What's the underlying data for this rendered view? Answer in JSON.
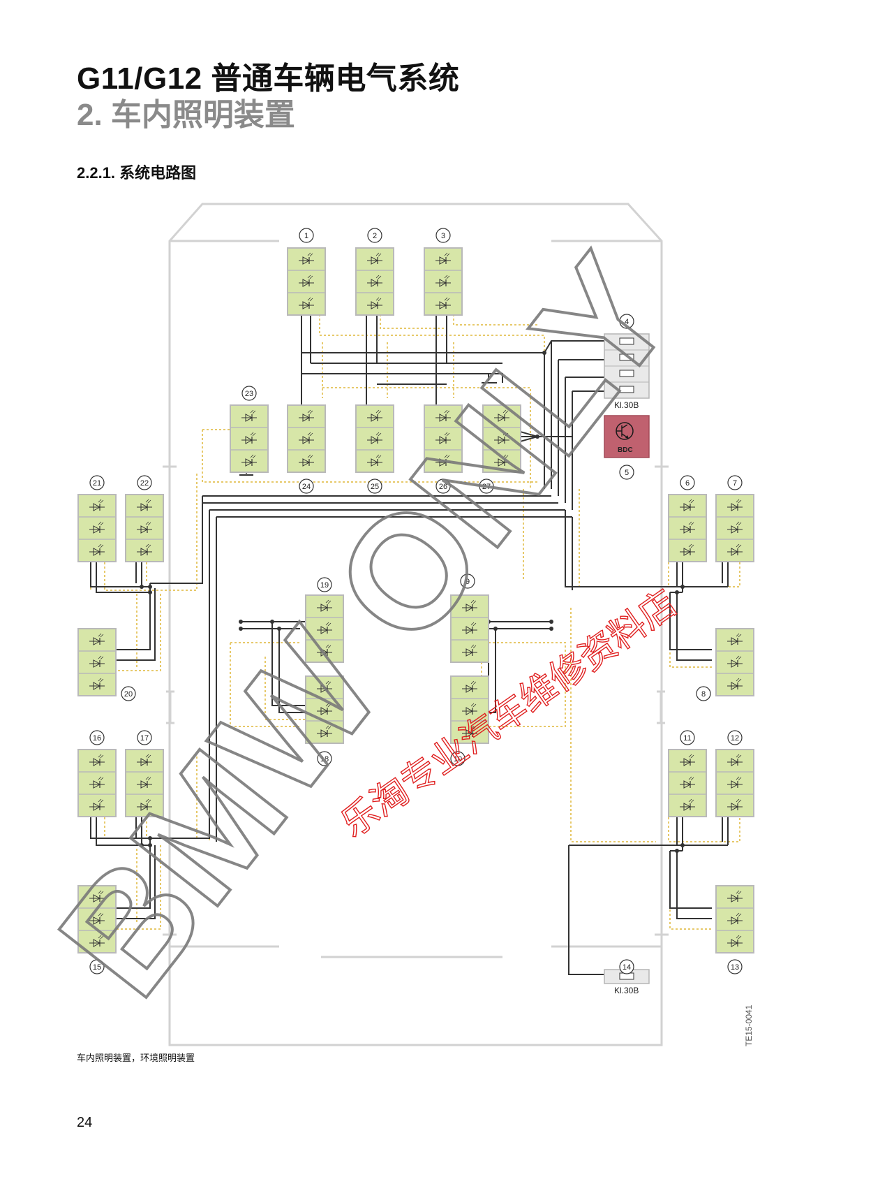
{
  "header": {
    "title": "G11/G12 普通车辆电气系统",
    "subtitle": "2. 车内照明装置",
    "section": "2.2.1. 系统电路图"
  },
  "diagram": {
    "components": [
      {
        "n": "1"
      },
      {
        "n": "2"
      },
      {
        "n": "3"
      },
      {
        "n": "4"
      },
      {
        "n": "5"
      },
      {
        "n": "6"
      },
      {
        "n": "7"
      },
      {
        "n": "8"
      },
      {
        "n": "9"
      },
      {
        "n": "10"
      },
      {
        "n": "11"
      },
      {
        "n": "12"
      },
      {
        "n": "13"
      },
      {
        "n": "14"
      },
      {
        "n": "15"
      },
      {
        "n": "16"
      },
      {
        "n": "17"
      },
      {
        "n": "18"
      },
      {
        "n": "19"
      },
      {
        "n": "20"
      },
      {
        "n": "21"
      },
      {
        "n": "22"
      },
      {
        "n": "23"
      },
      {
        "n": "24"
      },
      {
        "n": "25"
      },
      {
        "n": "26"
      },
      {
        "n": "27"
      }
    ],
    "fuse_label_top": "Kl.30B",
    "fuse_label_bottom": "Kl.30B",
    "bdc_label": "BDC",
    "figure_code": "TE15-0041"
  },
  "watermarks": {
    "bmw": "BMW ONLY",
    "cn": "乐淘专业汽车维修资料店"
  },
  "caption": "车内照明装置，环境照明装置",
  "page_number": "24",
  "colors": {
    "module_fill": "#d7e6a8",
    "module_border": "#b9b9b9",
    "wire": "#333333",
    "dashed_wire": "#e7c96a",
    "outline": "#cfcfcf",
    "bdc_fill": "#c0616f",
    "watermark_gray": "#7a7a7a",
    "watermark_red": "#e02020"
  }
}
